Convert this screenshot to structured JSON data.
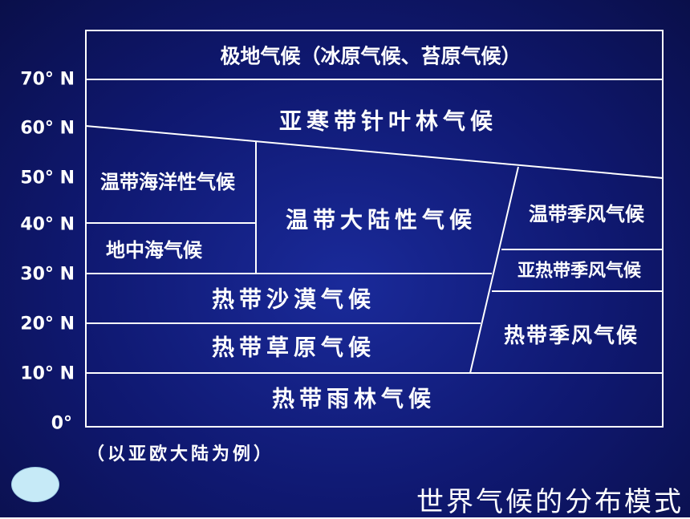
{
  "title": "世界气候的分布模式",
  "note": "（以亚欧大陆为例）",
  "latitudes": [
    "70° N",
    "60° N",
    "50° N",
    "40° N",
    "30° N",
    "20° N",
    "10° N",
    "0°"
  ],
  "zones": {
    "polar": "极地气候（冰原气候、苔原气候）",
    "subarctic": "亚寒带针叶林气候",
    "maritime": "温带海洋性气候",
    "mediterranean": "地中海气候",
    "continental": "温带大陆性气候",
    "temperate_monsoon": "温带季风气候",
    "subtropical_monsoon": "亚热带季风气候",
    "tropical_desert": "热带沙漠气候",
    "tropical_grassland": "热带草原气候",
    "tropical_monsoon": "热带季风气候",
    "tropical_rainforest": "热带雨林气候"
  },
  "colors": {
    "background": "#0f1870",
    "lines": "#ffffff",
    "text": "#ffffff",
    "nav_button": "#c6eaf7"
  }
}
